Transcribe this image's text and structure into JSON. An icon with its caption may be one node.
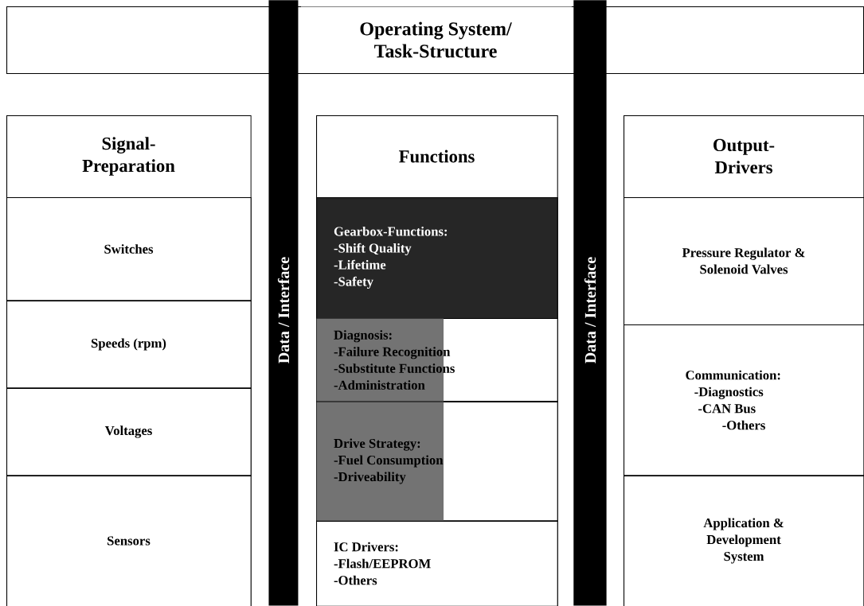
{
  "diagram": {
    "nodes": [
      {
        "text": [
          "Operating System/ Task-Structure"
        ]
      },
      {
        "text": [
          "Data / Interface"
        ]
      },
      {
        "text": [
          "Data / Interface"
        ]
      },
      {
        "text": [
          "Signal- Preparation"
        ]
      },
      {
        "text": [
          "Switches"
        ],
        "in": 3
      },
      {
        "text": [
          "Speeds (rpm)"
        ],
        "in": 3
      },
      {
        "text": [
          "Voltages"
        ],
        "in": 3
      },
      {
        "text": [
          "Sensors"
        ],
        "in": 3
      },
      {
        "text": [
          "Functions"
        ]
      },
      {
        "text": [
          "Gearbox-Functions: -Shift Quality -Lifetime -Safety"
        ],
        "in": 8
      },
      {
        "text": [
          "Diagnosis: -Failure Recognition -Substitute Functions -Administration"
        ],
        "in": 8
      },
      {
        "text": [
          "Drive Strategy: -Fuel Consumption -Driveability"
        ],
        "in": 8
      },
      {
        "text": [
          "IC Drivers: -Flash/EEPROM -Others"
        ],
        "in": 8
      },
      {
        "text": [
          "Output- Drivers"
        ]
      },
      {
        "text": [
          "Pressure Regulator & Solenoid Valves"
        ],
        "in": 13
      },
      {
        "text": [
          "Communication: -Diagnostics -CAN Bus -Others"
        ],
        "in": 13
      },
      {
        "text": [
          "Application & Development System"
        ],
        "in": 13
      }
    ]
  }
}
